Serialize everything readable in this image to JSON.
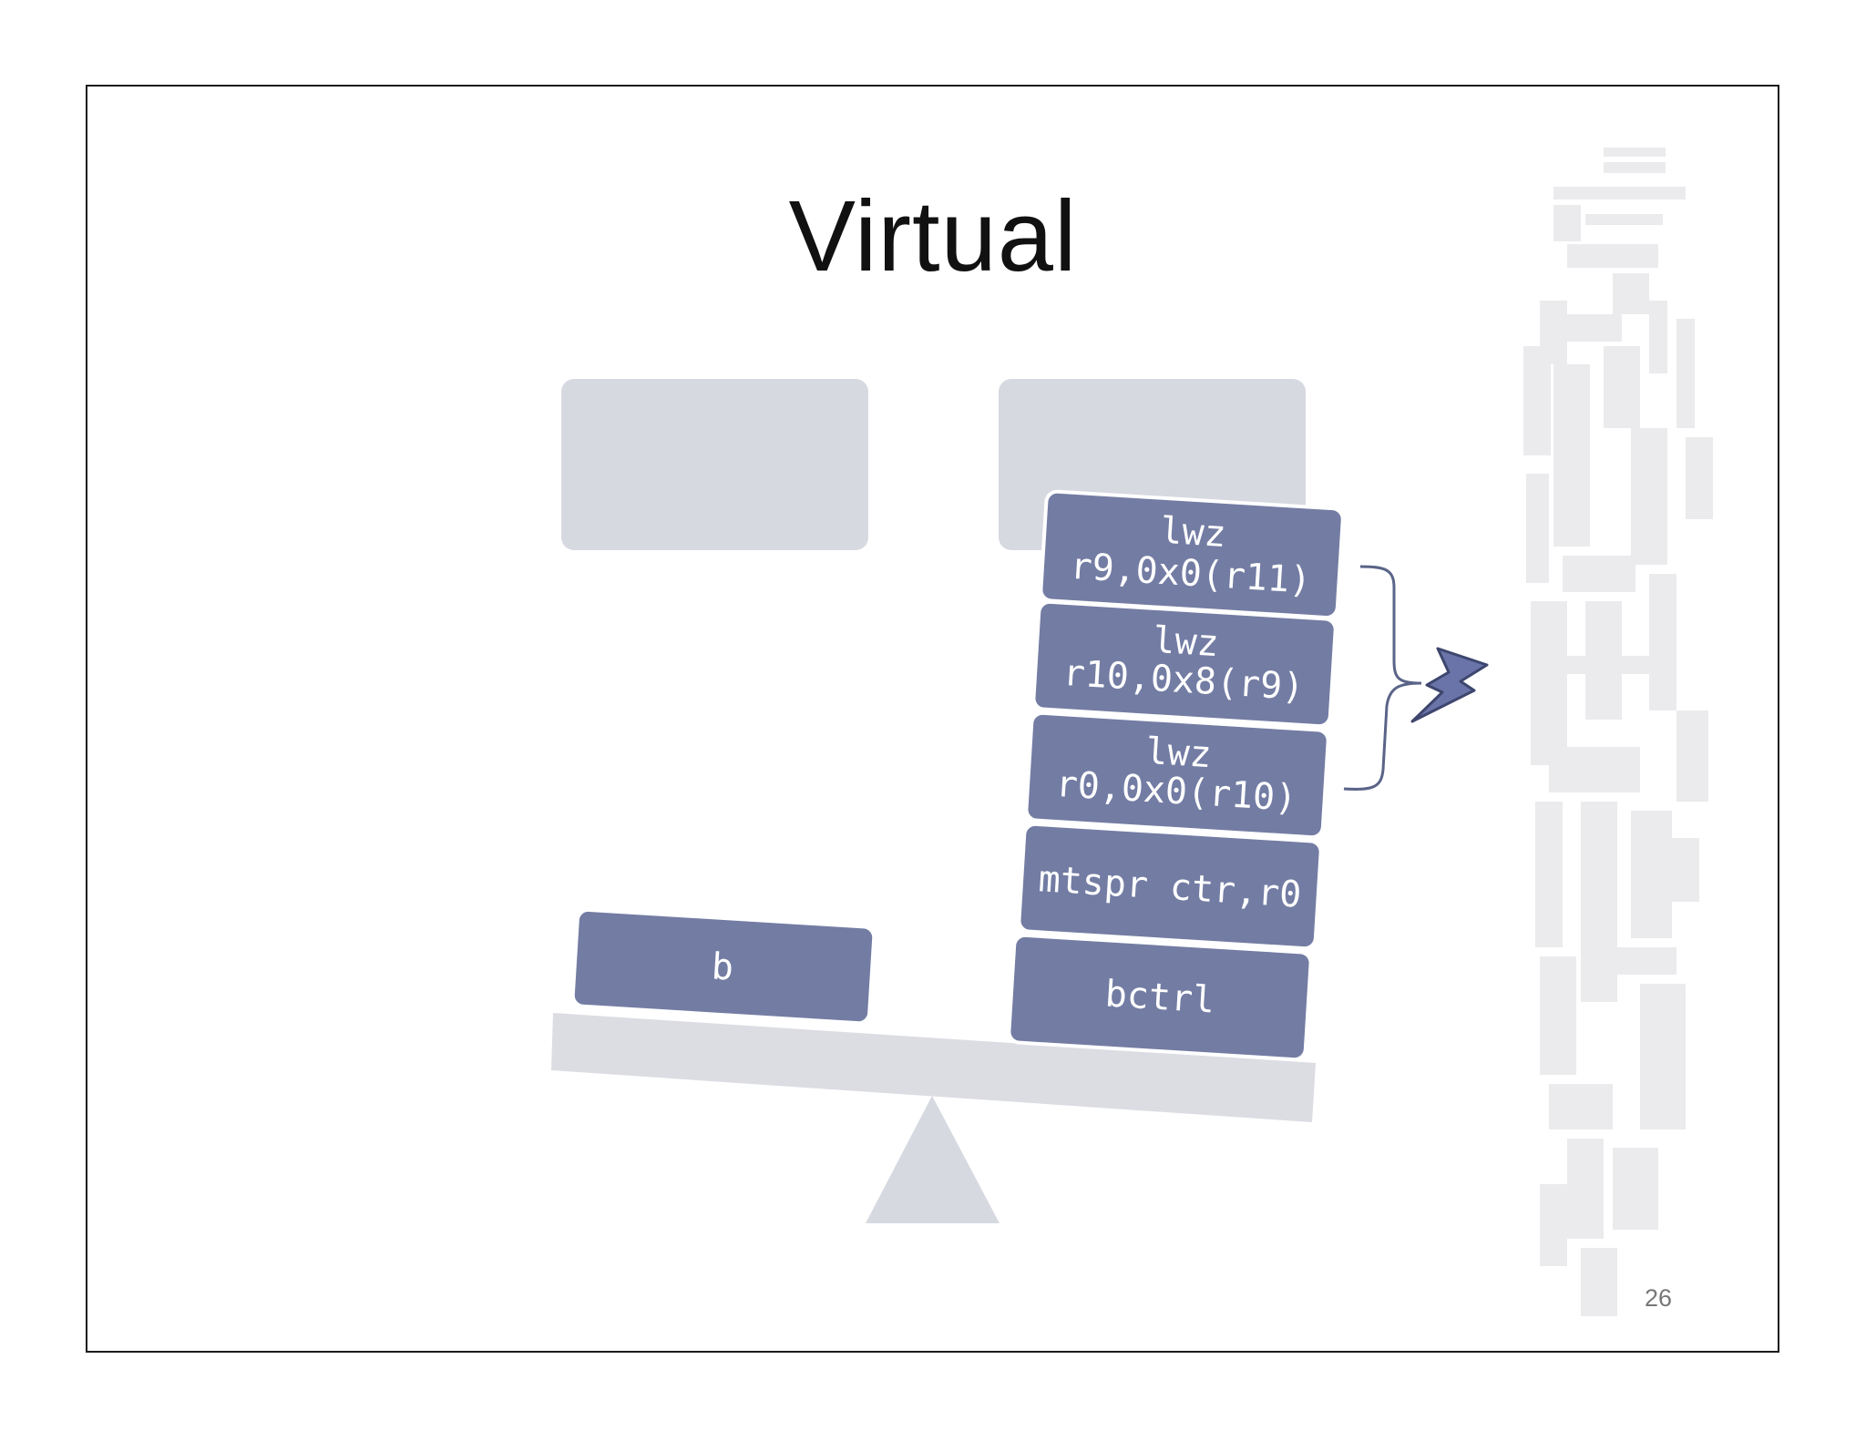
{
  "slide": {
    "title": "Virtual",
    "page_number": "26"
  },
  "diagram": {
    "left_stack": {
      "blocks": [
        {
          "label": "b"
        }
      ]
    },
    "right_stack": {
      "blocks": [
        {
          "line1": "lwz",
          "line2": "r9,0x0(r11)"
        },
        {
          "line1": "lwz",
          "line2": "r10,0x8(r9)"
        },
        {
          "line1": "lwz",
          "line2": "r0,0x0(r10)"
        },
        {
          "line1": "mtspr ctr,r0",
          "line2": ""
        },
        {
          "line1": "bctrl",
          "line2": ""
        }
      ]
    },
    "annotation_icon": "lightning-bolt-icon",
    "decoration_icon": "circuit-board-icon"
  },
  "colors": {
    "block_fill": "#737ca3",
    "block_text": "#ffffff",
    "placeholder_fill": "#d7d9e1",
    "beam_fill": "#dcdde3",
    "brace_stroke": "#5a6488",
    "bolt_fill": "#6a74a8",
    "circuit_fill": "#ebebee"
  }
}
